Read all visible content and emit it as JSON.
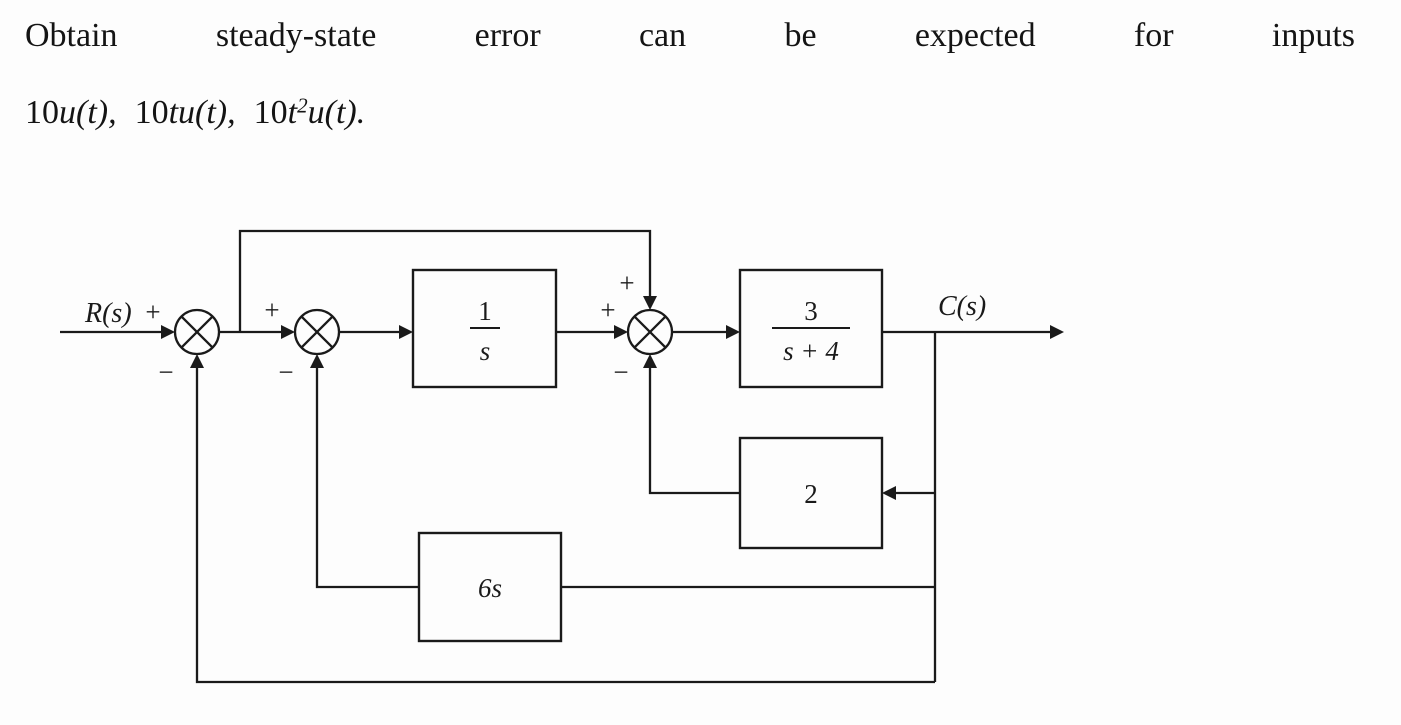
{
  "problem": {
    "line1": "Obtain steady-state error can be expected for inputs",
    "expr1_num": "10",
    "expr1_rest": "u(t),",
    "expr2_num": "10",
    "expr2_rest": "tu(t),",
    "expr3_num": "10",
    "expr3_var": "t",
    "expr3_sup": "2",
    "expr3_rest": "u(t)."
  },
  "diagram": {
    "input_label": "R(s)",
    "output_label": "C(s)",
    "signs": {
      "s1_input_plus": "+",
      "s1_feedback_minus": "−",
      "s2_input_plus": "+",
      "s2_feedback_minus": "−",
      "s3_input_plus": "+",
      "s3_top_plus": "+",
      "s3_feedback_minus": "−"
    },
    "blocks": {
      "integrator_num": "1",
      "integrator_den": "s",
      "plant_num": "3",
      "plant_den": "s + 4",
      "inner_gain": "2",
      "rate_gain": "6s"
    }
  },
  "colors": {
    "line": "#1a1a1a",
    "background": "#fdfdfd"
  }
}
